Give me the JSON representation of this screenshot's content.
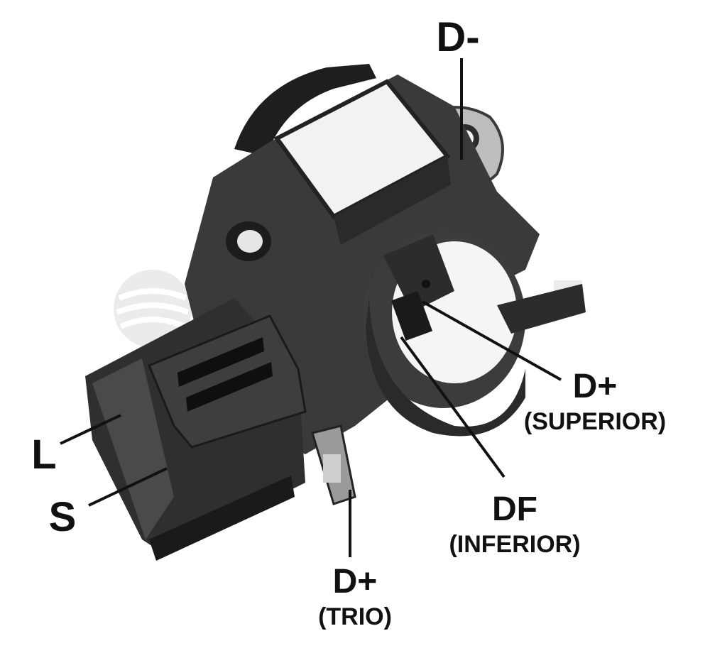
{
  "labels": {
    "d_minus": "D-",
    "d_plus_superior": "D+",
    "d_plus_superior_note": "(SUPERIOR)",
    "df": "DF",
    "df_note": "(INFERIOR)",
    "d_plus_trio": "D+",
    "d_plus_trio_note": "(TRIO)",
    "l": "L",
    "s": "S"
  },
  "colors": {
    "background": "#ffffff",
    "label": "#111111",
    "body_dark": "#2b2b2b",
    "body_mid": "#4a4a4a",
    "highlight": "#e8e8e8",
    "watermark": "#e6e6e6"
  }
}
